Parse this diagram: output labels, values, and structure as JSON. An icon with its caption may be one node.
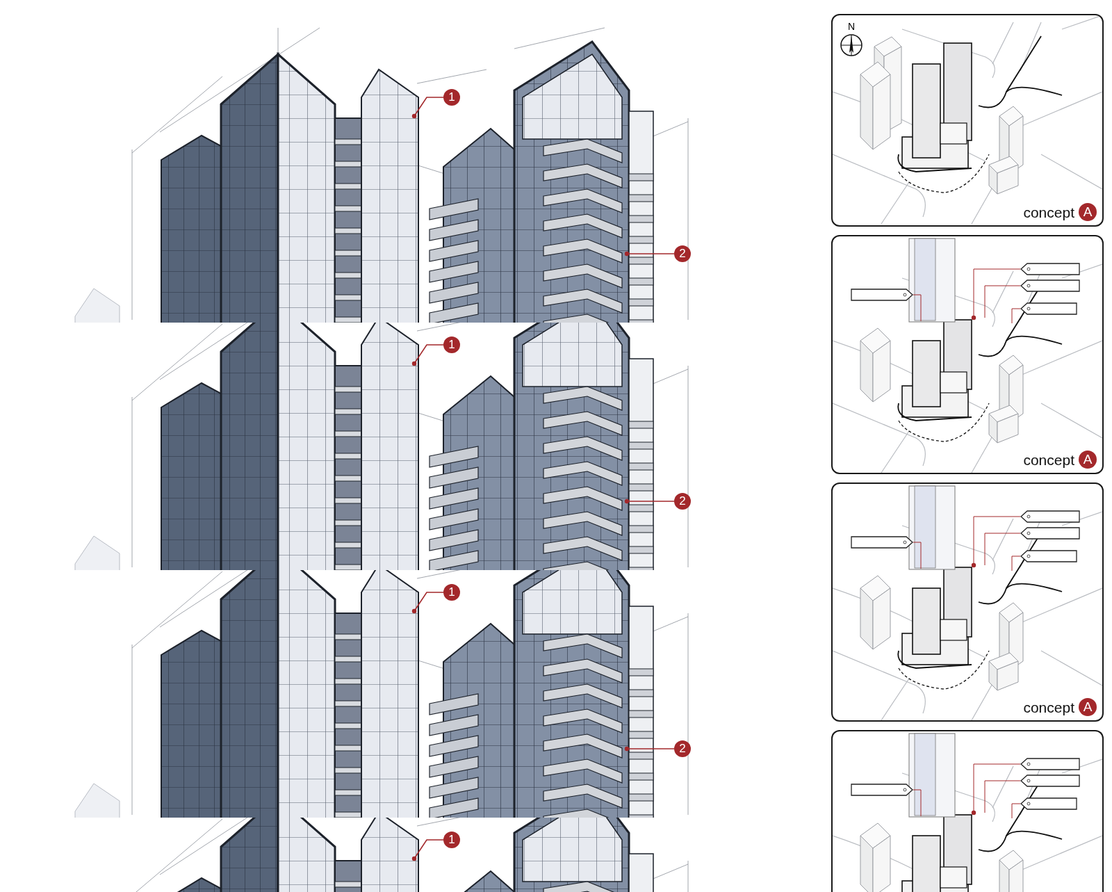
{
  "diagram": {
    "nodes": [
      {
        "text": [
          "1"
        ]
      },
      {
        "text": [
          "2"
        ]
      },
      {
        "text": [
          "1"
        ]
      },
      {
        "text": [
          "2"
        ]
      },
      {
        "text": [
          "1"
        ]
      },
      {
        "text": [
          "2"
        ]
      },
      {
        "text": [
          "1"
        ]
      },
      {
        "text": [
          "concept"
        ]
      },
      {
        "text": [
          "A"
        ],
        "in": 7
      },
      {
        "text": [
          "concept"
        ]
      },
      {
        "text": [
          "A"
        ],
        "in": 9
      },
      {
        "text": [],
        "shape": "tag",
        "in": 9
      },
      {
        "text": [],
        "shape": "tag",
        "in": 9
      },
      {
        "text": [],
        "shape": "tag",
        "in": 9
      },
      {
        "text": [],
        "shape": "tag",
        "in": 9
      },
      {
        "text": [
          "concept"
        ]
      },
      {
        "text": [
          "A"
        ],
        "in": 15
      },
      {
        "text": [],
        "shape": "tag",
        "in": 15
      },
      {
        "text": [],
        "shape": "tag",
        "in": 15
      },
      {
        "text": [],
        "shape": "tag",
        "in": 15
      },
      {
        "text": [],
        "shape": "tag",
        "in": 15
      },
      {
        "text": [],
        "shape": "box"
      },
      {
        "text": [],
        "shape": "tag",
        "in": 21
      },
      {
        "text": [],
        "shape": "tag",
        "in": 21
      },
      {
        "text": [],
        "shape": "tag",
        "in": 21
      },
      {
        "text": [],
        "shape": "tag",
        "in": 21
      }
    ],
    "edges": [
      {
        "from": 0,
        "to": null,
        "arrow": "other"
      },
      {
        "from": 1,
        "to": null,
        "arrow": "other"
      },
      {
        "from": 2,
        "to": null,
        "arrow": "other"
      },
      {
        "from": 3,
        "to": null,
        "arrow": "other"
      },
      {
        "from": 4,
        "to": null,
        "arrow": "other"
      },
      {
        "from": 5,
        "to": null,
        "arrow": "other"
      },
      {
        "from": 6,
        "to": null,
        "arrow": "other"
      },
      {
        "from": 11,
        "to": null,
        "arrow": "none"
      },
      {
        "from": 12,
        "to": null,
        "arrow": "other"
      },
      {
        "from": 13,
        "to": null,
        "arrow": "none"
      },
      {
        "from": 14,
        "to": null,
        "arrow": "none"
      },
      {
        "from": 17,
        "to": null,
        "arrow": "none"
      },
      {
        "from": 18,
        "to": null,
        "arrow": "other"
      },
      {
        "from": 19,
        "to": null,
        "arrow": "none"
      },
      {
        "from": 20,
        "to": null,
        "arrow": "none"
      },
      {
        "from": 22,
        "to": null,
        "arrow": "none"
      },
      {
        "from": 23,
        "to": null,
        "arrow": "other"
      },
      {
        "from": 24,
        "to": null,
        "arrow": "none"
      },
      {
        "from": 25,
        "to": null,
        "arrow": "none"
      }
    ],
    "labels": [
      "N"
    ]
  }
}
